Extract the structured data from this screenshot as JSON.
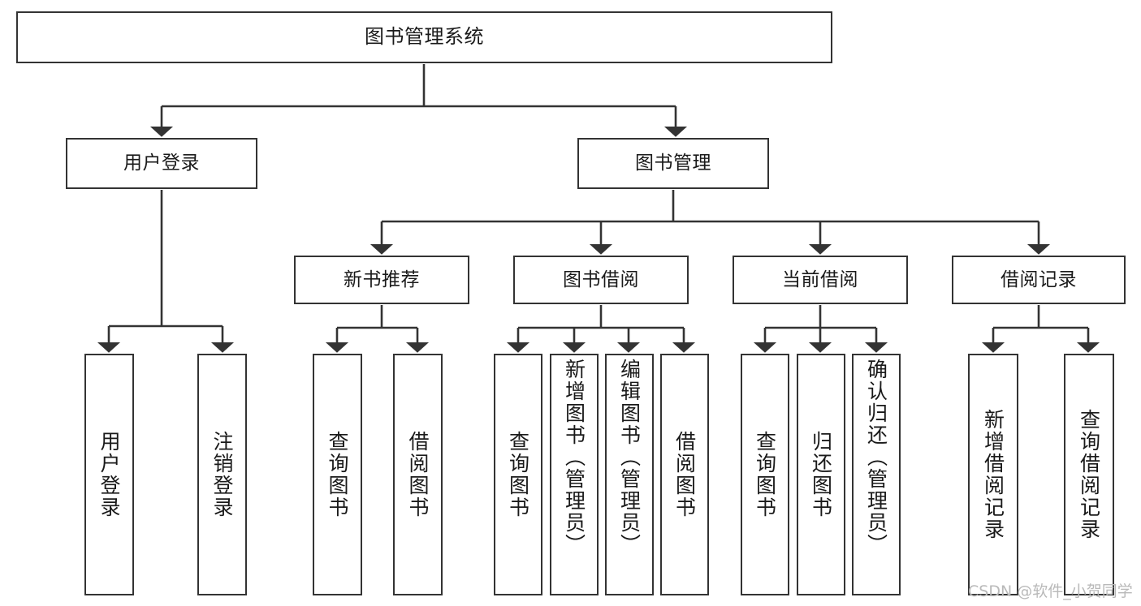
{
  "diagram": {
    "title_node": {
      "id": "root",
      "label": "图书管理系统"
    },
    "level2": [
      {
        "id": "user-login",
        "label": "用户登录"
      },
      {
        "id": "book-manage",
        "label": "图书管理"
      }
    ],
    "level3": [
      {
        "id": "new-book-rec",
        "label": "新书推荐"
      },
      {
        "id": "book-borrow",
        "label": "图书借阅"
      },
      {
        "id": "current-borrow",
        "label": "当前借阅"
      },
      {
        "id": "borrow-record",
        "label": "借阅记录"
      }
    ],
    "leaves": [
      {
        "id": "leaf-user-login",
        "label": "用户登录",
        "parent": "user-login"
      },
      {
        "id": "leaf-logout-login",
        "label": "注销登录",
        "parent": "user-login"
      },
      {
        "id": "leaf-query-book-1",
        "label": "查询图书",
        "parent": "new-book-rec"
      },
      {
        "id": "leaf-borrow-book-1",
        "label": "借阅图书",
        "parent": "new-book-rec"
      },
      {
        "id": "leaf-query-book-2",
        "label": "查询图书",
        "parent": "book-borrow"
      },
      {
        "id": "leaf-add-book",
        "label": "新增图书（管理员）",
        "parent": "book-borrow"
      },
      {
        "id": "leaf-edit-book",
        "label": "编辑图书（管理员）",
        "parent": "book-borrow"
      },
      {
        "id": "leaf-borrow-book-2",
        "label": "借阅图书",
        "parent": "book-borrow"
      },
      {
        "id": "leaf-query-book-3",
        "label": "查询图书",
        "parent": "current-borrow"
      },
      {
        "id": "leaf-return-book",
        "label": "归还图书",
        "parent": "current-borrow"
      },
      {
        "id": "leaf-confirm-return",
        "label": "确认归还（管理员）",
        "parent": "current-borrow"
      },
      {
        "id": "leaf-add-record",
        "label": "新增借阅记录",
        "parent": "borrow-record"
      },
      {
        "id": "leaf-query-record",
        "label": "查询借阅记录",
        "parent": "borrow-record"
      }
    ]
  },
  "watermark": {
    "text": "CSDN @软件_小贺同学"
  },
  "colors": {
    "stroke": "#333333",
    "text": "#1a1a1a",
    "background": "#ffffff",
    "watermark": "#b9b9b9"
  }
}
